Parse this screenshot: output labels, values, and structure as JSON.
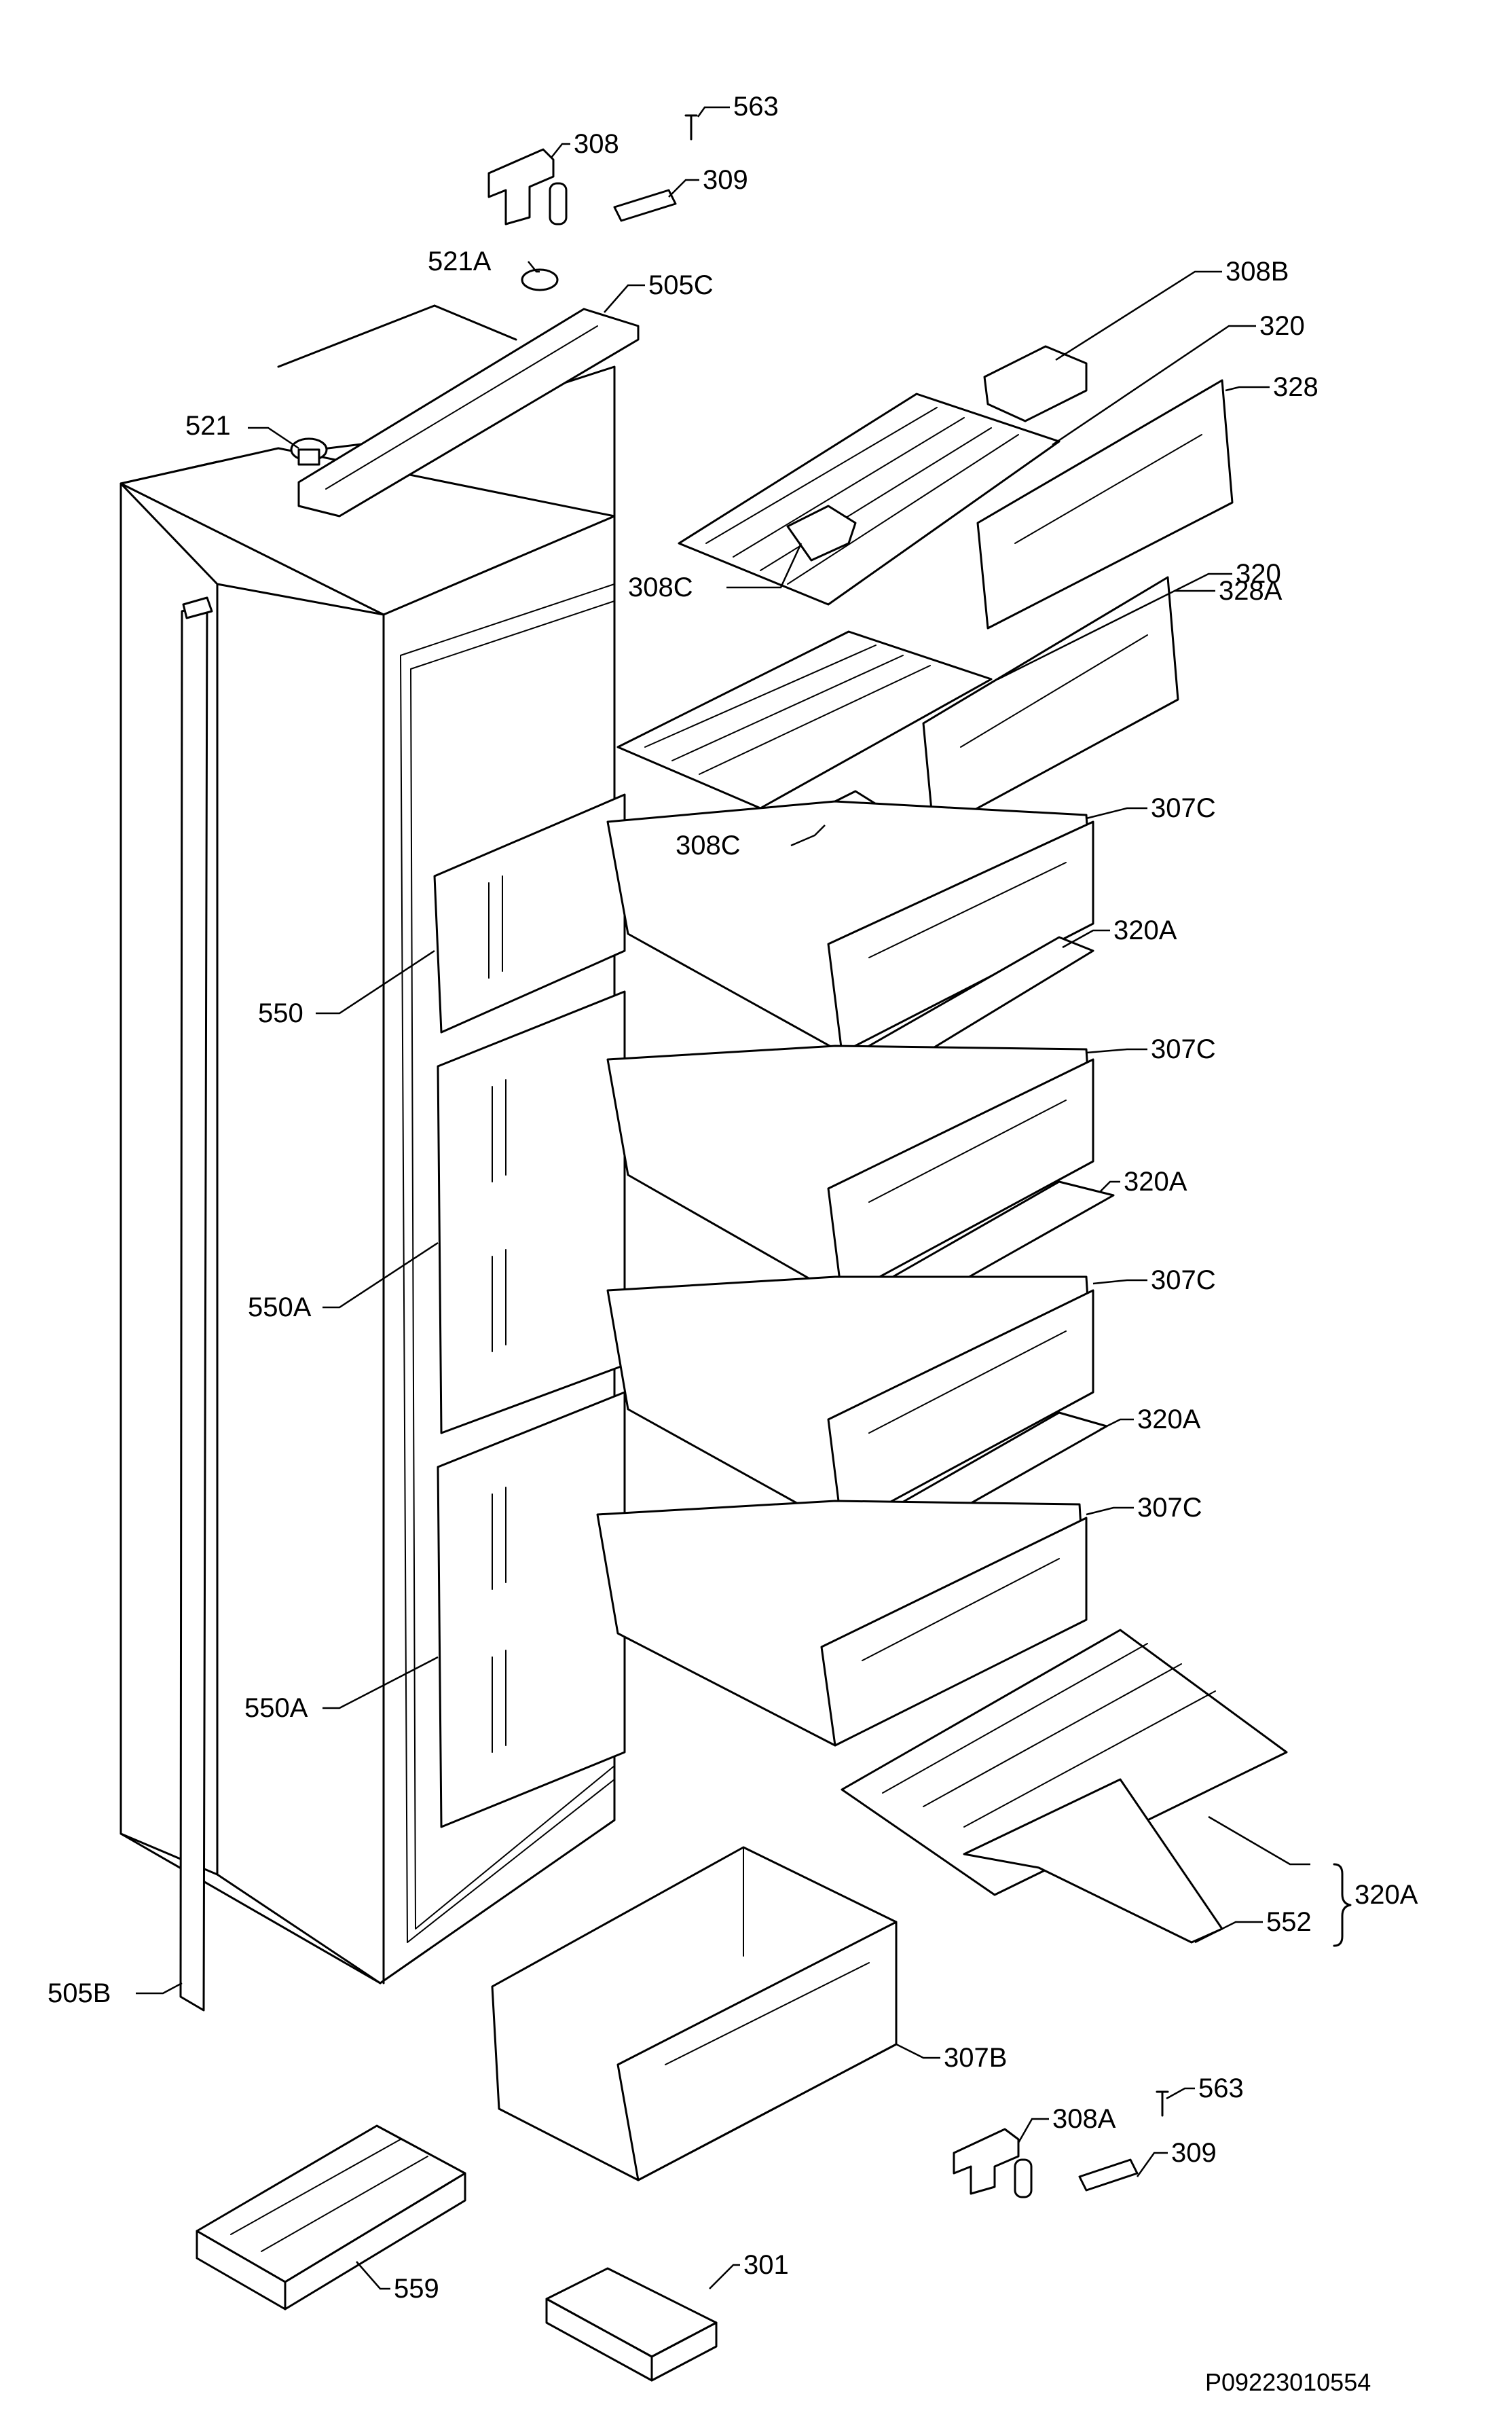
{
  "diagram": {
    "reference_code": "P09223010554",
    "callouts": [
      {
        "id": "c-563-top",
        "text": "563"
      },
      {
        "id": "c-308",
        "text": "308"
      },
      {
        "id": "c-309-top",
        "text": "309"
      },
      {
        "id": "c-521a",
        "text": "521A"
      },
      {
        "id": "c-505c",
        "text": "505C"
      },
      {
        "id": "c-521",
        "text": "521"
      },
      {
        "id": "c-308b",
        "text": "308B"
      },
      {
        "id": "c-320-a",
        "text": "320"
      },
      {
        "id": "c-328",
        "text": "328"
      },
      {
        "id": "c-308c-a",
        "text": "308C"
      },
      {
        "id": "c-320-b",
        "text": "320"
      },
      {
        "id": "c-328a",
        "text": "328A"
      },
      {
        "id": "c-307c-1",
        "text": "307C"
      },
      {
        "id": "c-308c-b",
        "text": "308C"
      },
      {
        "id": "c-320a-1",
        "text": "320A"
      },
      {
        "id": "c-550",
        "text": "550"
      },
      {
        "id": "c-307c-2",
        "text": "307C"
      },
      {
        "id": "c-320a-2",
        "text": "320A"
      },
      {
        "id": "c-550a-1",
        "text": "550A"
      },
      {
        "id": "c-307c-3",
        "text": "307C"
      },
      {
        "id": "c-320a-3",
        "text": "320A"
      },
      {
        "id": "c-307c-4",
        "text": "307C"
      },
      {
        "id": "c-550a-2",
        "text": "550A"
      },
      {
        "id": "c-320a-4",
        "text": "320A"
      },
      {
        "id": "c-552",
        "text": "552"
      },
      {
        "id": "c-505b",
        "text": "505B"
      },
      {
        "id": "c-307b",
        "text": "307B"
      },
      {
        "id": "c-308a",
        "text": "308A"
      },
      {
        "id": "c-563-bot",
        "text": "563"
      },
      {
        "id": "c-309-bot",
        "text": "309"
      },
      {
        "id": "c-559",
        "text": "559"
      },
      {
        "id": "c-301",
        "text": "301"
      }
    ]
  }
}
